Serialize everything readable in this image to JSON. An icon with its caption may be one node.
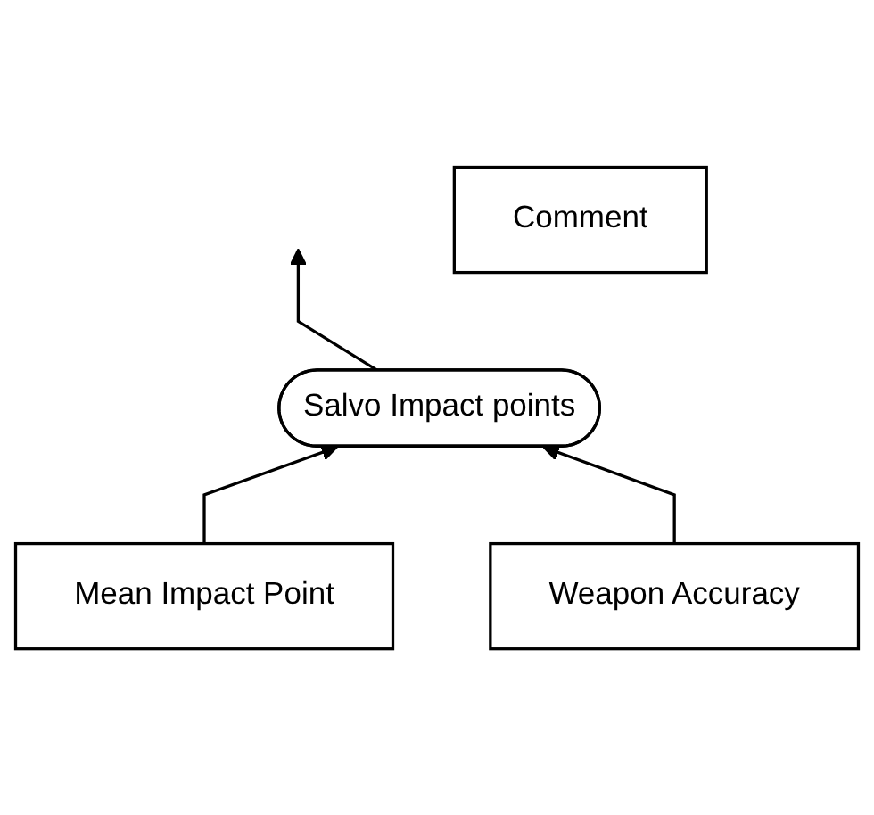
{
  "diagram": {
    "nodes": [
      {
        "text": [
          "Comment"
        ]
      },
      {
        "text": [
          "Salvo Impact points"
        ]
      },
      {
        "text": [
          "Mean Impact Point"
        ]
      },
      {
        "text": [
          "Weapon Accuracy"
        ]
      }
    ],
    "edges": [
      {
        "from": 2,
        "to": 1,
        "arrow": "to"
      },
      {
        "from": 3,
        "to": 1,
        "arrow": "to"
      },
      {
        "from": 1,
        "to": null,
        "arrow": "to"
      }
    ]
  }
}
